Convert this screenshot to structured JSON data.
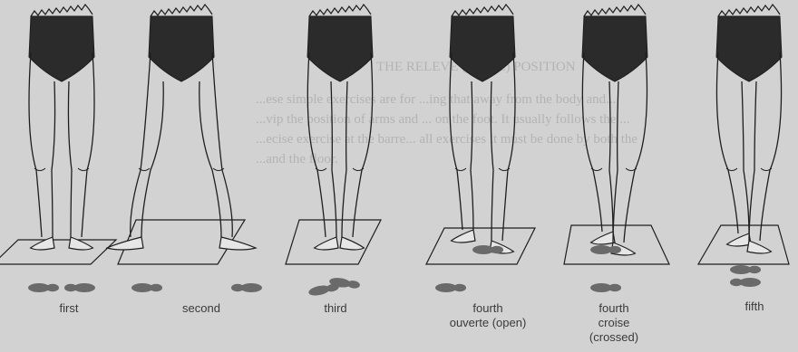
{
  "ghost_text": {
    "heading": "THE RELEVÉ (RAISE) POSITION",
    "line1": "...ese simple exercises are for ...ing that away from the body and...",
    "line2": "...vip the position of arms and ... on the foot. It usually follows the ...",
    "line3": "...ecise exercise at the barre... all exercises it must be done by both the",
    "line4": "...and the floor."
  },
  "positions": [
    {
      "name": "first",
      "sub": ""
    },
    {
      "name": "second",
      "sub": ""
    },
    {
      "name": "third",
      "sub": ""
    },
    {
      "name": "fourth",
      "sub": "ouverte (open)"
    },
    {
      "name": "fourth",
      "sub": "croise",
      "sub2": "(crossed)"
    },
    {
      "name": "fifth",
      "sub": ""
    }
  ],
  "colors": {
    "background": "#d2d2d2",
    "ink": "#1e1e1e",
    "footprint": "#6a6a6a",
    "shorts": "#2b2b2b"
  }
}
